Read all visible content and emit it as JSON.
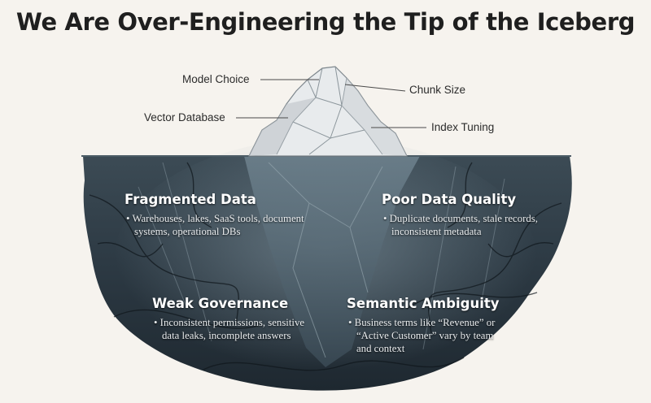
{
  "title": "We Are Over-Engineering the Tip of the Iceberg",
  "tip_labels": {
    "model_choice": "Model Choice",
    "chunk_size": "Chunk Size",
    "vector_database": "Vector Database",
    "index_tuning": "Index Tuning"
  },
  "zones": {
    "fragmented": {
      "title": "Fragmented Data",
      "bullet": "• Warehouses, lakes, SaaS tools, document systems, operational DBs"
    },
    "quality": {
      "title": "Poor Data Quality",
      "bullet": "• Duplicate documents, stale records, inconsistent metadata"
    },
    "governance": {
      "title": "Weak Governance",
      "bullet": "• Inconsistent permissions, sensitive data leaks, incomplete answers"
    },
    "semantic": {
      "title": "Semantic Ambiguity",
      "bullet": "• Business terms like “Revenue” or “Active Customer” vary by team and context"
    }
  },
  "colors": {
    "background": "#f6f3ee",
    "water": "#2c3a44",
    "ice": "#e6e8ea"
  }
}
